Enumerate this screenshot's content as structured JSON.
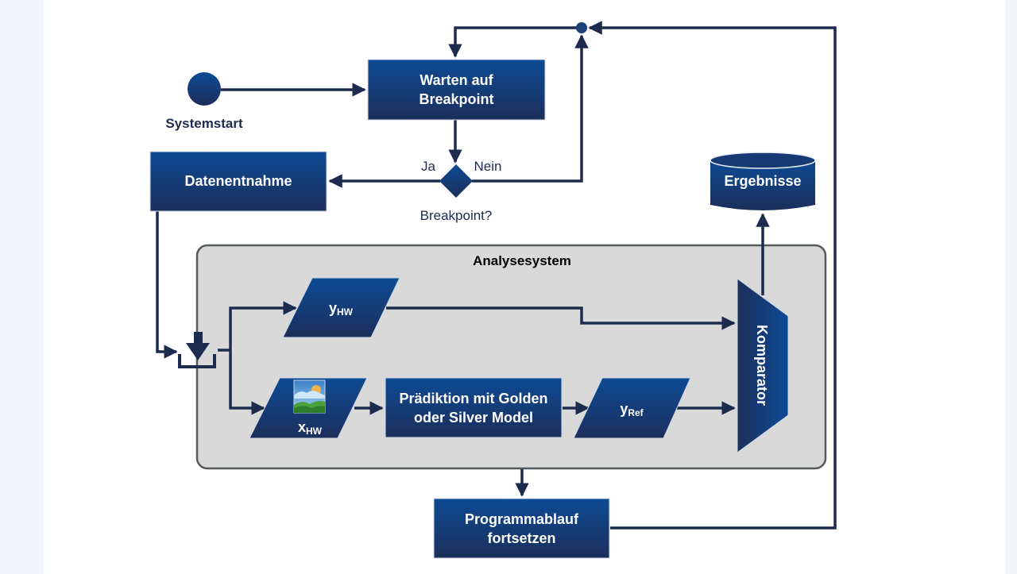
{
  "diagram": {
    "start": {
      "label": "Systemstart"
    },
    "wait": {
      "line1": "Warten auf",
      "line2": "Breakpoint"
    },
    "decision": {
      "label": "Breakpoint?",
      "yes": "Ja",
      "no": "Nein"
    },
    "extract": {
      "label": "Datenentnahme"
    },
    "results": {
      "label": "Ergebnisse"
    },
    "analysis": {
      "title": "Analysesystem",
      "y_hw": {
        "main": "y",
        "sub": "HW"
      },
      "x_hw": {
        "main": "x",
        "sub": "HW",
        "icon": "image-icon"
      },
      "prediction": {
        "line1": "Prädiktion mit Golden",
        "line2": "oder Silver Model"
      },
      "y_ref": {
        "main": "y",
        "sub": "Ref"
      },
      "comparator": {
        "label": "Komparator"
      }
    },
    "continue": {
      "line1": "Programmablauf",
      "line2": "fortsetzen"
    }
  },
  "colors": {
    "node_top": "#0d4a94",
    "node_bottom": "#1c2f5b",
    "connector": "#1d2b4f",
    "analysis_fill": "#d9d9d9",
    "analysis_border": "#555a5c",
    "background": "#f1f4f8"
  }
}
